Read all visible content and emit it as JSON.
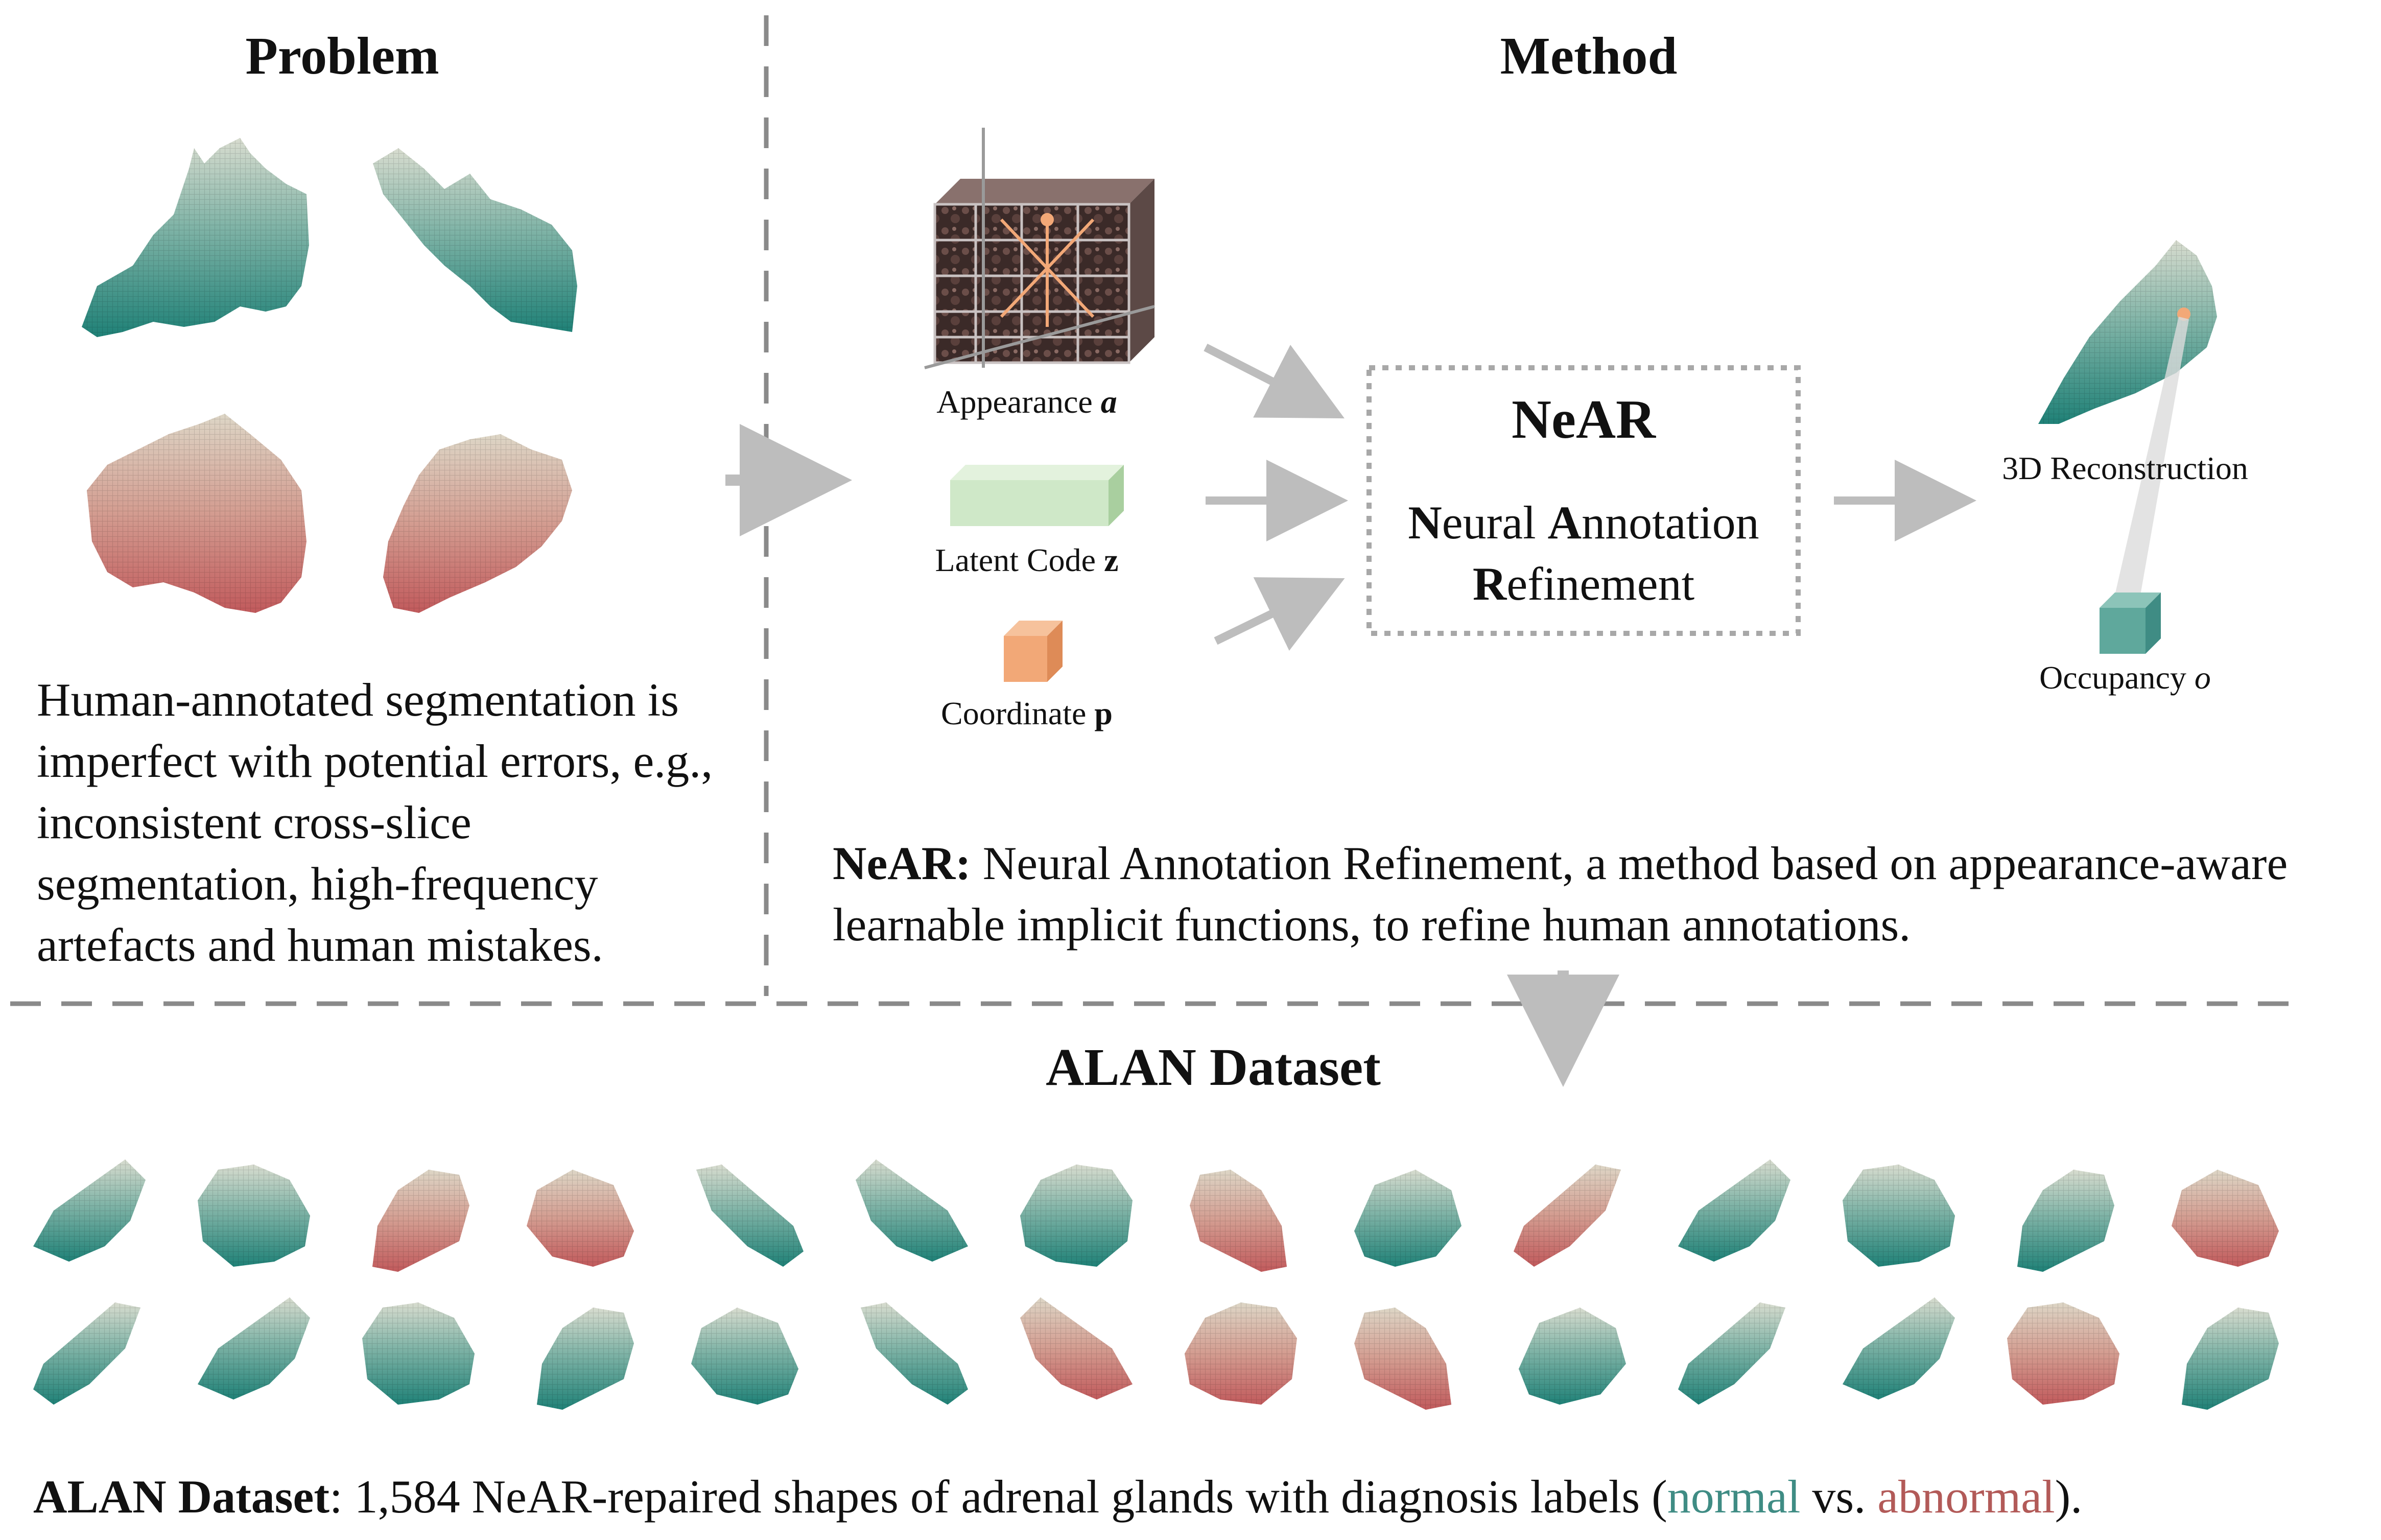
{
  "problem": {
    "title": "Problem",
    "text": "Human-annotated  segmentation is imperfect with potential errors, e.g., inconsistent cross-slice segmentation, high-frequency artefacts and human mistakes."
  },
  "method": {
    "title": "Method",
    "inputs": {
      "appearance": "Appearance",
      "appearance_symbol": "a",
      "latent": "Latent Code",
      "latent_symbol": "z",
      "coordinate": "Coordinate",
      "coordinate_symbol": "p"
    },
    "near_box": {
      "title": "NeAR",
      "line1_bold": "N",
      "line1_a": "eural ",
      "line1_bold2": "A",
      "line1_b": "nnotation",
      "line2_bold": "R",
      "line2": "efinement"
    },
    "outputs": {
      "reconstruction": "3D Reconstruction",
      "occupancy": "Occupancy",
      "occupancy_symbol": "o"
    },
    "caption_bold": "NeAR:",
    "caption": " Neural Annotation Refinement, a method based on appearance-aware learnable implicit functions, to refine human annotations."
  },
  "dataset": {
    "title": "ALAN Dataset",
    "caption_bold": "ALAN Dataset",
    "caption_a": ": 1,584 NeAR-repaired shapes of adrenal glands with diagnosis labels (",
    "normal": "normal",
    "caption_vs": " vs. ",
    "abnormal": "abnormal",
    "caption_end": ")."
  },
  "colors": {
    "normal": "#3f8c84",
    "abnormal": "#b25a58",
    "latent_box": "#cfe8c8",
    "coordinate_box": "#f2a877",
    "occupancy_box": "#5fa89c",
    "arrow": "#bdbdbd",
    "divider": "#8a8a8a"
  },
  "shape_labels": {
    "row1": [
      "normal",
      "normal",
      "abnormal",
      "abnormal",
      "normal",
      "normal",
      "normal",
      "abnormal",
      "normal",
      "abnormal",
      "normal",
      "normal",
      "normal",
      "abnormal"
    ],
    "row2": [
      "normal",
      "normal",
      "normal",
      "normal",
      "normal",
      "normal",
      "abnormal",
      "abnormal",
      "abnormal",
      "normal",
      "normal",
      "normal",
      "abnormal",
      "normal"
    ]
  }
}
